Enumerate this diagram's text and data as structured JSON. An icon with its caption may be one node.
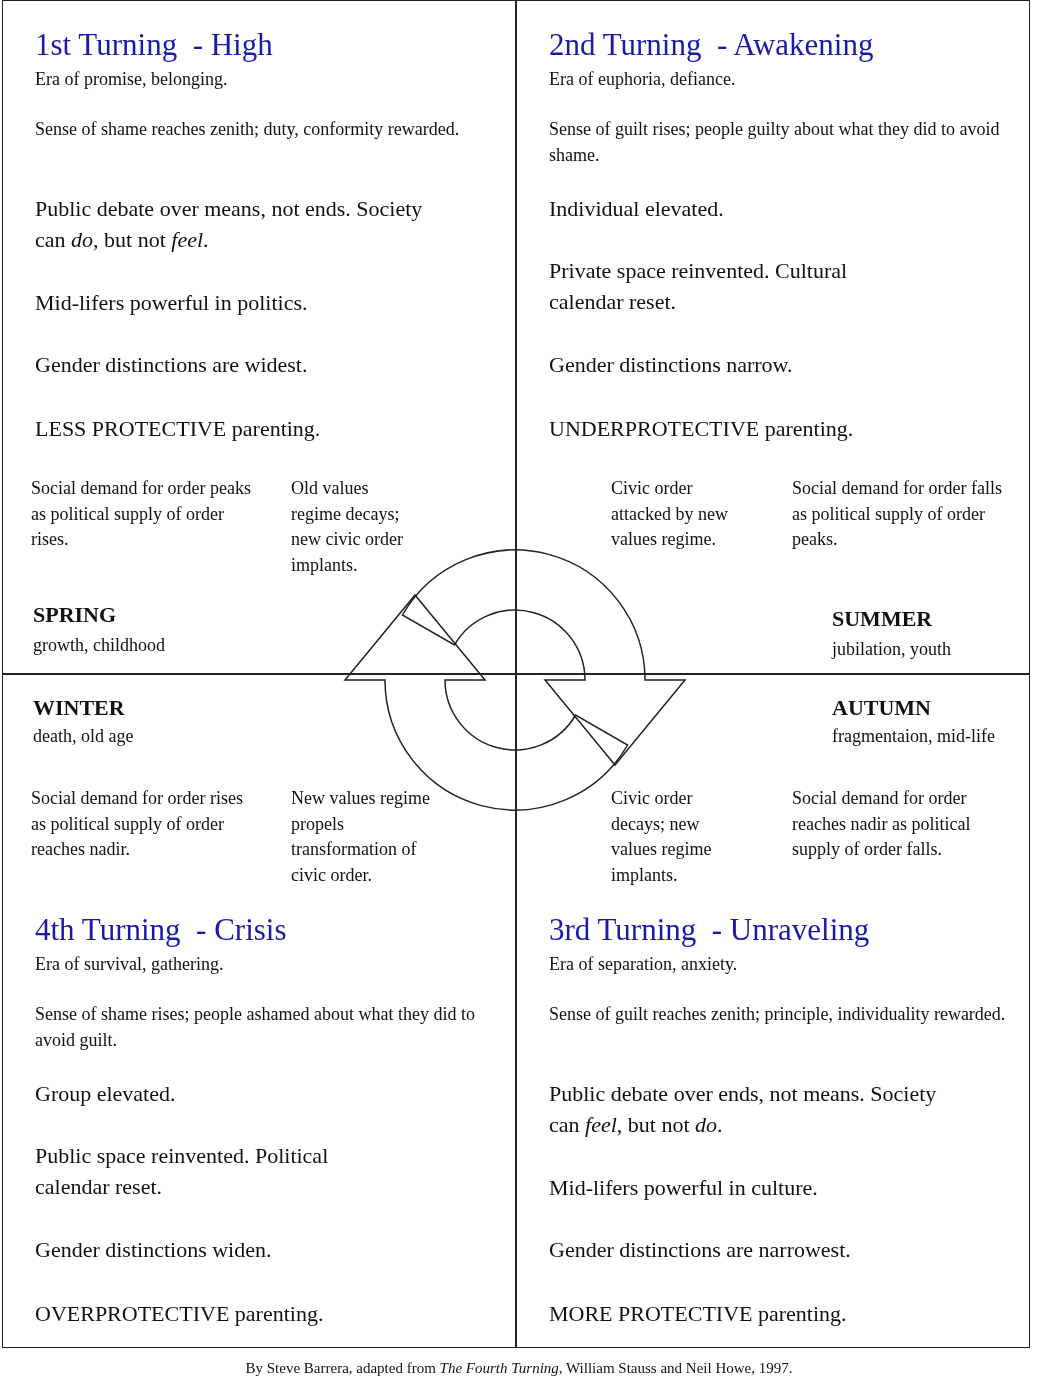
{
  "diagram": {
    "caption": "By Steve Barrera, adapted from *The Fourth Turning*, William Stauss and Neil Howe, 1997.",
    "nodes": [
      {
        "text": [
          "1st Turning  - High",
          "Era of promise, belonging.",
          "Sense of shame reaches zenith; duty, conformity rewarded.",
          "Public debate over means, not ends. Society can *do*, but not *feel*.",
          "Mid-lifers powerful in politics.",
          "Gender distinctions are widest.",
          "LESS PROTECTIVE parenting.",
          "Social demand for order peaks as political supply of order rises.",
          "Old values regime decays; new civic order implants.",
          "SPRING",
          "growth, childhood"
        ]
      },
      {
        "text": [
          "2nd Turning  - Awakening",
          "Era of euphoria, defiance.",
          "Sense of guilt rises; people guilty about what they did to avoid shame.",
          "Individual elevated.",
          "Private space reinvented. Cultural calendar reset.",
          "Gender distinctions narrow.",
          "UNDERPROTECTIVE parenting.",
          "Civic order attacked by new values regime.",
          "Social demand for order falls as political supply of order peaks.",
          "SUMMER",
          "jubilation, youth"
        ]
      },
      {
        "text": [
          "WINTER",
          "death, old age",
          "Social demand for order rises as political supply of order reaches nadir.",
          "New values regime propels transformation of civic order.",
          "4th Turning  - Crisis",
          "Era of survival, gathering.",
          "Sense of shame rises; people ashamed about what they did to avoid guilt.",
          "Group elevated.",
          "Public space reinvented. Political calendar reset.",
          "Gender distinctions widen.",
          "OVERPROTECTIVE parenting."
        ]
      },
      {
        "text": [
          "AUTUMN",
          "fragmentaion, mid-life",
          "Civic order decays; new values regime implants.",
          "Social demand for order reaches nadir as political supply of order falls.",
          "3rd Turning  - Unraveling",
          "Era of separation, anxiety.",
          "Sense of guilt reaches zenith; principle, individuality rewarded.",
          "Public debate over ends, not means. Society can *feel*, but not *do*.",
          "Mid-lifers powerful in culture.",
          "Gender distinctions are narrowest.",
          "MORE PROTECTIVE parenting."
        ]
      }
    ]
  }
}
